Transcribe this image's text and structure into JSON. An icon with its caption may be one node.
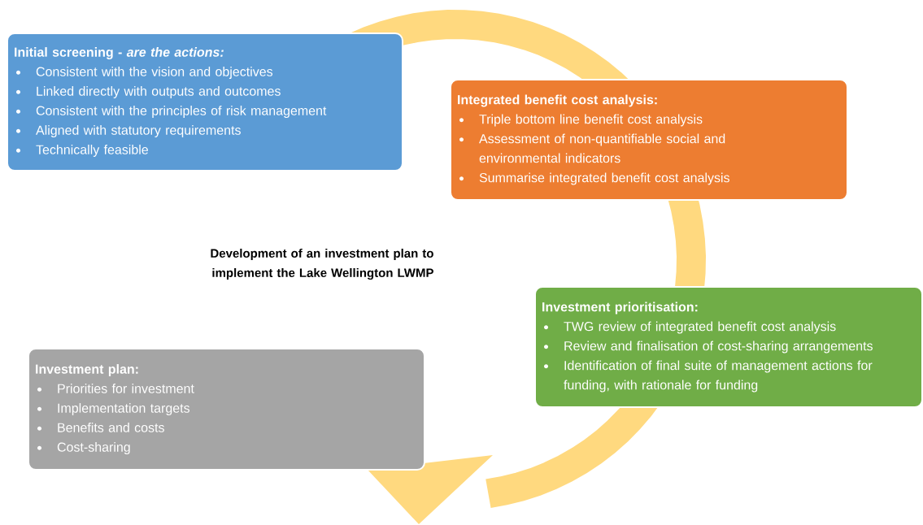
{
  "diagram": {
    "title": "Development of an investment plan to implement the Lake Wellington LWMP",
    "nodes": [
      {
        "text": [
          "Initial screening - *are the actions:*",
          "Consistent with the vision and objectives",
          "Linked directly with outputs and outcomes",
          "Consistent with the principles of risk management",
          "Aligned with statutory requirements",
          "Technically feasible"
        ]
      },
      {
        "text": [
          "Integrated benefit cost analysis:",
          "Triple bottom line benefit cost analysis",
          "Assessment of non-quantifiable social and environmental indicators",
          "Summarise integrated benefit cost analysis"
        ]
      },
      {
        "text": [
          "Investment prioritisation:",
          "TWG review of integrated benefit cost analysis",
          "Review and finalisation of cost-sharing arrangements",
          "Identification of final suite of management actions for funding, with rationale for funding"
        ]
      },
      {
        "text": [
          "Investment plan:",
          "Priorities for investment",
          "Implementation targets",
          "Benefits and costs",
          "Cost-sharing"
        ]
      }
    ]
  }
}
